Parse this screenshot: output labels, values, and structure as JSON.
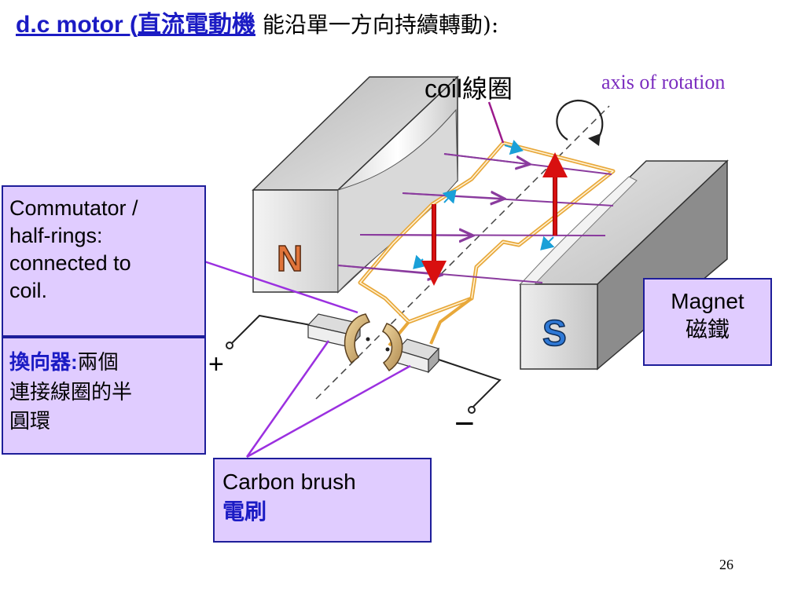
{
  "title": {
    "en": "d.c motor (",
    "zh_term": "直流電動機",
    "zh_desc": " 能沿單一方向持續轉動):"
  },
  "labels": {
    "coil": "coil線圈",
    "axis": "axis of rotation",
    "plus": "+",
    "minus": "−",
    "north": "N",
    "south": "S"
  },
  "commutator": {
    "en_lines": [
      "Commutator /",
      "half-rings:",
      "connected to",
      "coil."
    ],
    "zh_term": "換向器:",
    "zh_desc_1": "兩個",
    "zh_desc_2": "連接線圈的半",
    "zh_desc_3": "圓環"
  },
  "magnet": {
    "en": "Magnet",
    "zh": "磁鐵"
  },
  "brush": {
    "en": "Carbon brush",
    "zh": "電刷"
  },
  "page_number": "26",
  "colors": {
    "title_blue": "#1b1bc4",
    "box_fill": "#e0ccff",
    "box_border": "#1e1e9a",
    "pointer_violet": "#9b30e0",
    "field_line": "#8a3b9e",
    "coil": "#e8a83a",
    "force_arrow": "#d81010",
    "current_arrow": "#1aa0d8",
    "axis_label": "#7a2bbf"
  }
}
